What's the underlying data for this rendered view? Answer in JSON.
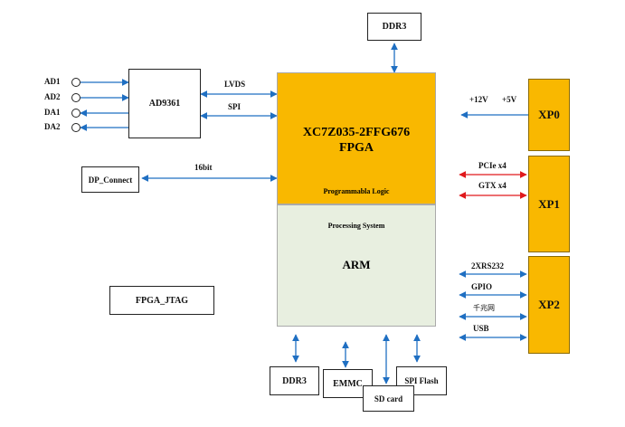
{
  "colors": {
    "fpga_fill": "#f9b800",
    "ps_fill": "#e8efe0",
    "xp_fill": "#f9b800",
    "blue_arrow": "#1f6fc2",
    "red_arrow": "#e0191c"
  },
  "fpga": {
    "chip_name": "XC7Z035-2FFG676",
    "chip_type": "FPGA",
    "pl_label": "Programmabla Logic",
    "ps_label": "Processing System",
    "cpu_label": "ARM"
  },
  "blocks": {
    "ddr3_top": "DDR3",
    "ad9361": "AD9361",
    "dp_connect": "DP_Connect",
    "fpga_jtag": "FPGA_JTAG",
    "ddr3_bottom": "DDR3",
    "emmc": "EMMC",
    "sd_card": "SD card",
    "spi_flash": "SPI  Flash",
    "xp0": "XP0",
    "xp1": "XP1",
    "xp2": "XP2"
  },
  "ports": [
    "AD1",
    "AD2",
    "DA1",
    "DA2"
  ],
  "links": {
    "lvds": "LVDS",
    "spi": "SPI",
    "bits16": "16bit",
    "v12": "+12V",
    "v5": "+5V",
    "pcie": "PCIe x4",
    "gtx": "GTX x4",
    "rs232": "2XRS232",
    "gpio": "GPIO",
    "gige": "千兆网",
    "usb": "USB"
  }
}
